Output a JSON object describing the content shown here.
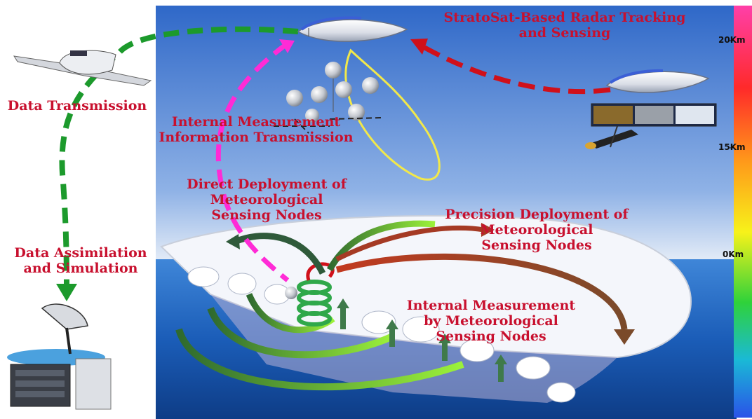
{
  "labels": {
    "radar_tracking": [
      "StratoSat-Based Radar Tracking",
      "and Sensing"
    ],
    "data_transmission": [
      "Data Transmission"
    ],
    "internal_info_transmission": [
      "Internal Measurement",
      "Information Transmission"
    ],
    "direct_deployment": [
      "Direct Deployment of",
      "Meteorological",
      "Sensing Nodes"
    ],
    "precision_deployment": [
      "Precision Deployment of",
      "Meteorological",
      "Sensing Nodes"
    ],
    "data_assimilation": [
      "Data Assimilation",
      "and Simulation"
    ],
    "internal_measurement": [
      "Internal Measurement",
      "by Meteorological",
      "Sensing Nodes"
    ]
  },
  "altitude_scale": {
    "ticks": [
      "20Km",
      "15Km",
      "0Km"
    ]
  },
  "colors": {
    "label_red": "#c8102e",
    "sky_top": "#2f68c8",
    "sky_bottom": "#dde8f5",
    "ocean": "#1a4f9c",
    "magenta_path": "#ff2bd6",
    "green_path": "#1c9a2c",
    "red_path": "#d0101a",
    "yellow_loop": "#f2e84a"
  }
}
